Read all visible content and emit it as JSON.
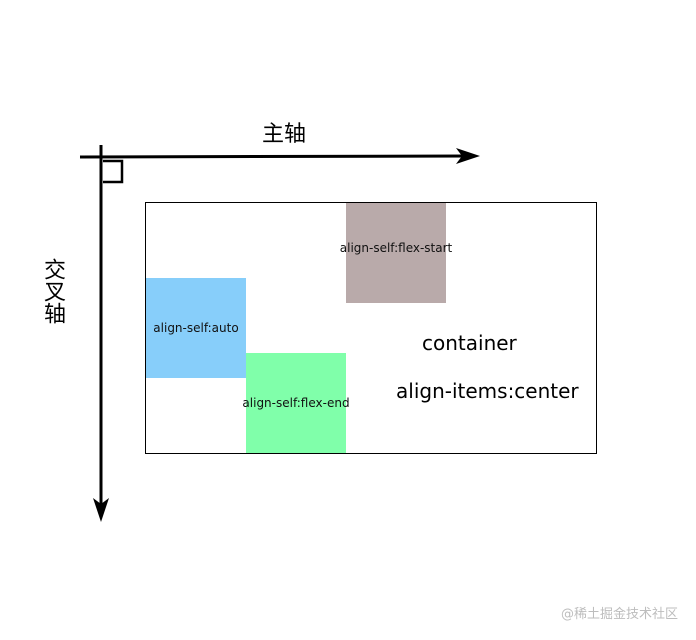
{
  "axes": {
    "main_axis_label": "主轴",
    "cross_axis_label": "交叉轴"
  },
  "container": {
    "label": "container",
    "align_items_label": "align-items:center",
    "items": [
      {
        "label": "align-self:flex-start",
        "color": "#b9aaaa"
      },
      {
        "label": "align-self:auto",
        "color": "#87cefa"
      },
      {
        "label": "align-self:flex-end",
        "color": "#80ffaa"
      }
    ]
  },
  "watermark": "@稀土掘金技术社区"
}
